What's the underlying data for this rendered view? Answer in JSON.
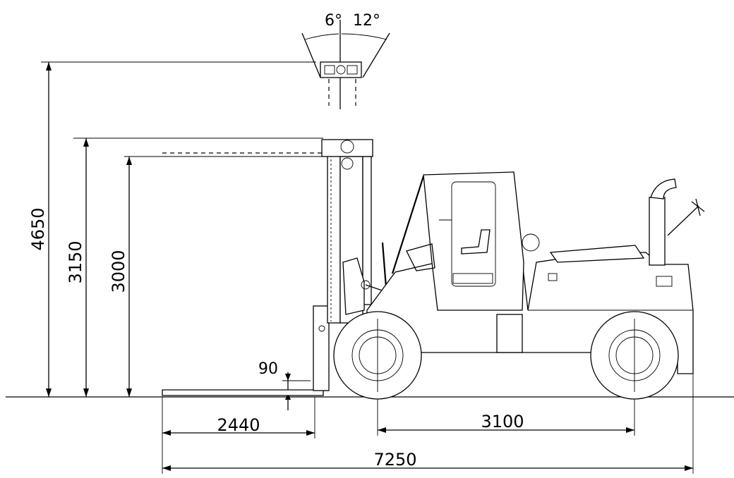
{
  "tilt": {
    "forward": "6°",
    "backward": "12°"
  },
  "heights": {
    "max_overall": "4650",
    "fork_max": "3150",
    "lift": "3000",
    "fork_thickness": "90"
  },
  "lengths": {
    "fork": "2440",
    "wheelbase": "3100",
    "overall": "7250"
  }
}
